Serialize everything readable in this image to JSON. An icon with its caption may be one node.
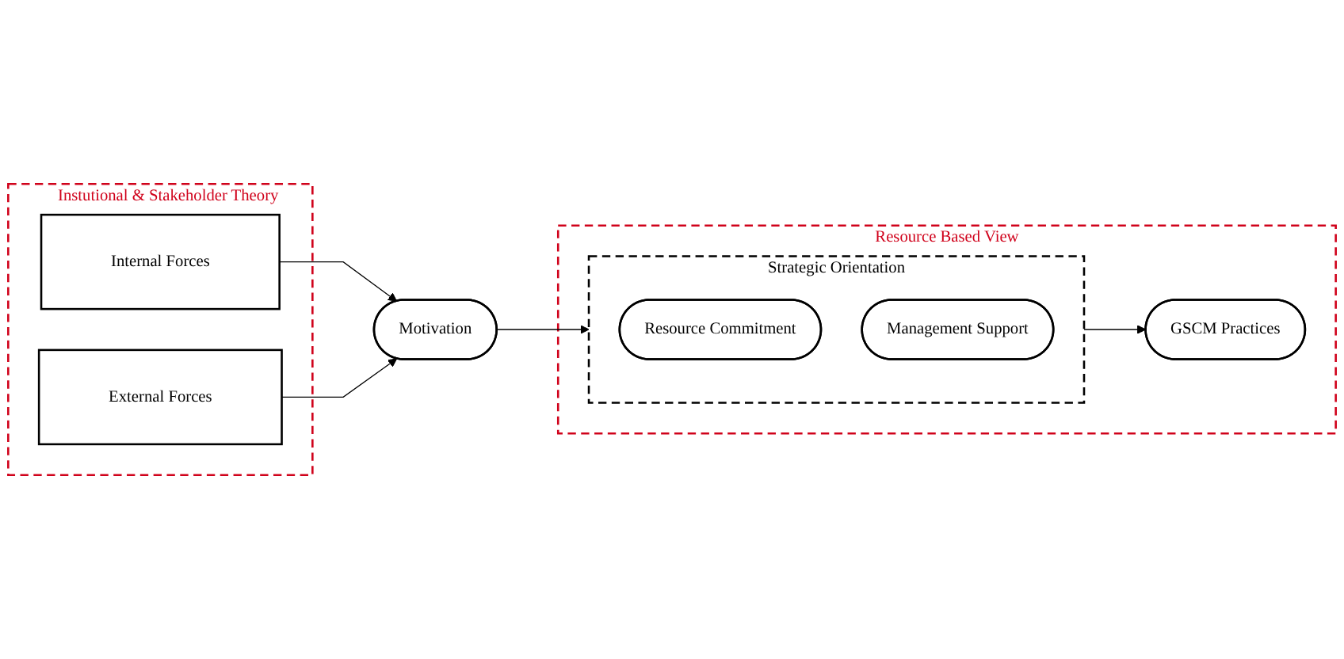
{
  "diagram": {
    "nodes": [
      {
        "text": [
          "Instutional & Stakeholder Theory"
        ]
      },
      {
        "text": [
          "Internal Forces"
        ],
        "in": 0
      },
      {
        "text": [
          "External Forces"
        ],
        "in": 0
      },
      {
        "text": [
          "Motivation"
        ]
      },
      {
        "text": [
          "Resource Based View"
        ]
      },
      {
        "text": [
          "Strategic Orientation"
        ],
        "in": 4
      },
      {
        "text": [
          "Resource Commitment"
        ],
        "in": 5
      },
      {
        "text": [
          "Management Support"
        ],
        "in": 5
      },
      {
        "text": [
          "GSCM Practices"
        ],
        "in": 4
      }
    ],
    "edges": [
      {
        "from": 1,
        "to": 3,
        "arrow": "to"
      },
      {
        "from": 2,
        "to": 3,
        "arrow": "to"
      },
      {
        "from": 3,
        "to": 5,
        "arrow": "to"
      },
      {
        "from": 5,
        "to": 8,
        "arrow": "to"
      }
    ]
  }
}
